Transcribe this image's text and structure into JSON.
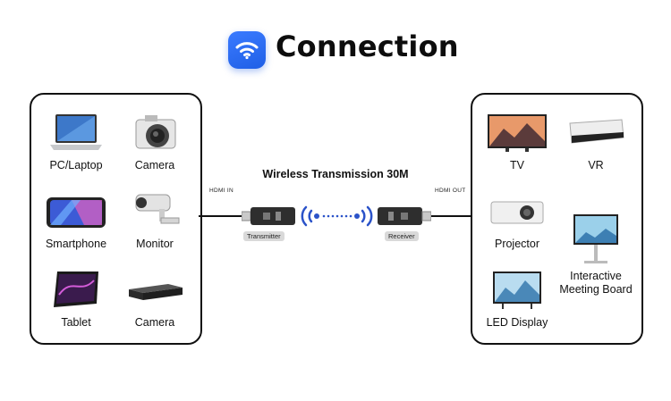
{
  "header": {
    "title": "Connection",
    "icon": "wifi-icon",
    "accent": "#2a6cf5"
  },
  "sources": [
    {
      "label": "PC/Laptop",
      "icon": "laptop-icon"
    },
    {
      "label": "Camera",
      "icon": "camera-icon"
    },
    {
      "label": "Smartphone",
      "icon": "smartphone-icon"
    },
    {
      "label": "Monitor",
      "icon": "security-camera-icon"
    },
    {
      "label": "Tablet",
      "icon": "tablet-icon"
    },
    {
      "label": "Camera",
      "icon": "capture-device-icon"
    }
  ],
  "displays": [
    {
      "label": "TV",
      "icon": "tv-icon"
    },
    {
      "label": "VR",
      "icon": "vr-headset-icon"
    },
    {
      "label": "Projector",
      "icon": "projector-icon"
    },
    {
      "label": "Interactive\nMeeting Board",
      "icon": "meeting-board-icon"
    },
    {
      "label": "LED Display",
      "icon": "led-display-icon"
    }
  ],
  "link": {
    "title": "Wireless Transmission 30M",
    "hdmi_in": "HDMI IN",
    "hdmi_out": "HDMI OUT",
    "transmitter": "Transmitter",
    "receiver": "Receiver",
    "signal_color": "#2b53c9"
  }
}
